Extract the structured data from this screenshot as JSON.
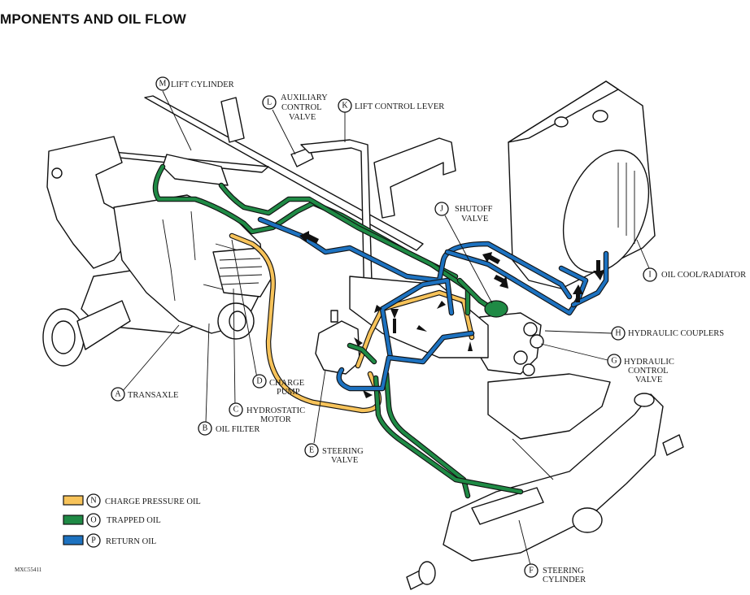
{
  "title": "MPONENTS AND OIL FLOW",
  "figure_code": "MXC55411",
  "colors": {
    "charge_pressure_oil": "#f7c35a",
    "trapped_oil": "#1f8a45",
    "return_oil": "#1d72c0",
    "outline": "#111111"
  },
  "components": [
    {
      "letter": "A",
      "label_lines": [
        "TRANSAXLE"
      ]
    },
    {
      "letter": "B",
      "label_lines": [
        "OIL FILTER"
      ]
    },
    {
      "letter": "C",
      "label_lines": [
        "HYDROSTATIC",
        "MOTOR"
      ]
    },
    {
      "letter": "D",
      "label_lines": [
        "CHARGE",
        "PUMP"
      ]
    },
    {
      "letter": "E",
      "label_lines": [
        "STEERING",
        "VALVE"
      ]
    },
    {
      "letter": "F",
      "label_lines": [
        "STEERING",
        "CYLINDER"
      ]
    },
    {
      "letter": "G",
      "label_lines": [
        "HYDRAULIC",
        "CONTROL",
        "VALVE"
      ]
    },
    {
      "letter": "H",
      "label_lines": [
        "HYDRAULIC COUPLERS"
      ]
    },
    {
      "letter": "I",
      "label_lines": [
        "OIL COOL/RADIATOR"
      ]
    },
    {
      "letter": "J",
      "label_lines": [
        "SHUTOFF",
        "VALVE"
      ]
    },
    {
      "letter": "K",
      "label_lines": [
        "LIFT CONTROL LEVER"
      ]
    },
    {
      "letter": "L",
      "label_lines": [
        "AUXILIARY",
        "CONTROL",
        "VALVE"
      ]
    },
    {
      "letter": "M",
      "label_lines": [
        "LIFT CYLINDER"
      ]
    }
  ],
  "legend": [
    {
      "letter": "N",
      "label": "CHARGE PRESSURE OIL",
      "color_key": "charge_pressure_oil"
    },
    {
      "letter": "O",
      "label": "TRAPPED OIL",
      "color_key": "trapped_oil"
    },
    {
      "letter": "P",
      "label": "RETURN OIL",
      "color_key": "return_oil"
    }
  ]
}
